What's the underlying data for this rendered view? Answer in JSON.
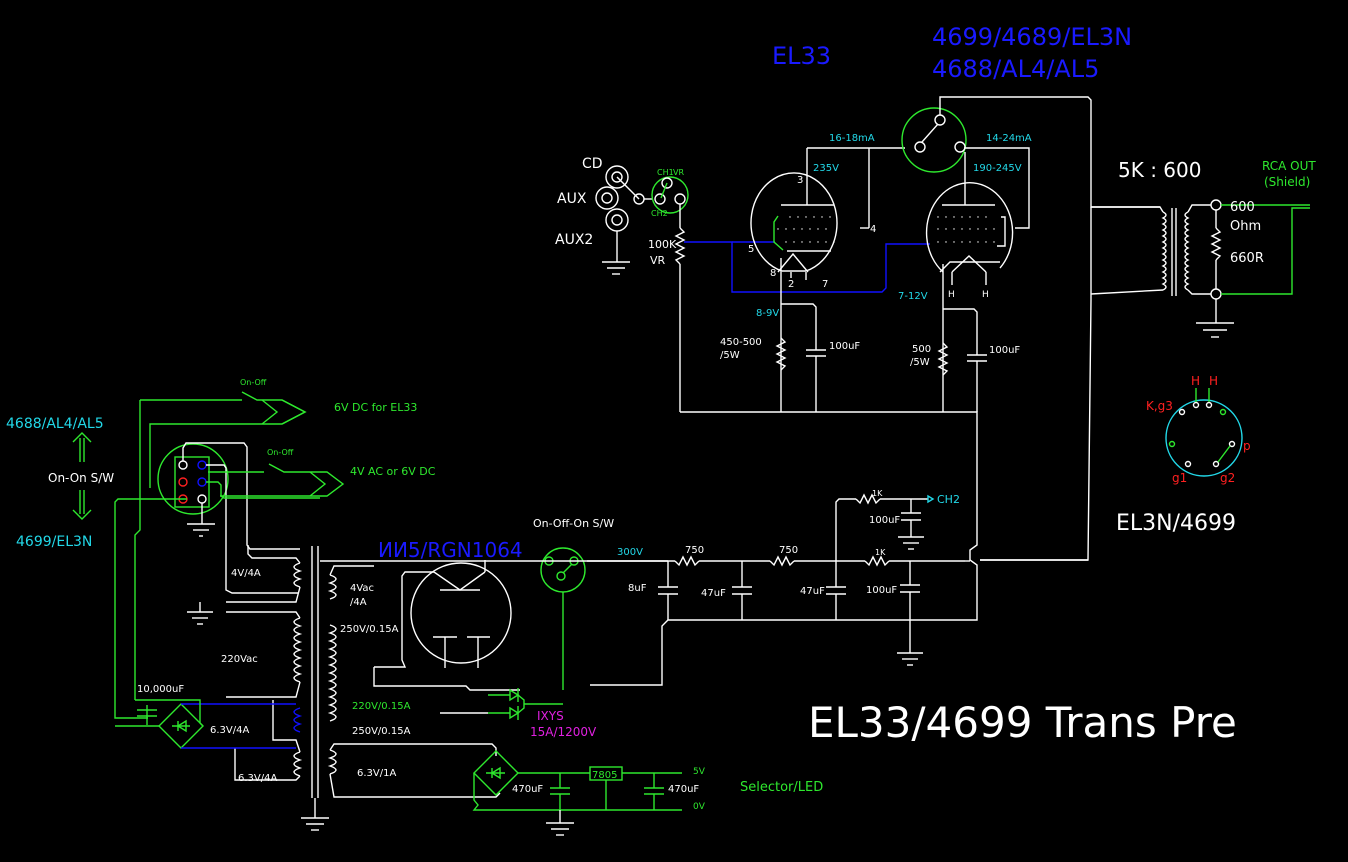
{
  "title": "EL33/4699 Trans Pre",
  "tubes": {
    "driver": {
      "label": "EL33",
      "plate_voltage": "235V",
      "current": "16-18mA",
      "cathode_voltage": "8-9V",
      "pins": [
        "3",
        "4",
        "5",
        "8",
        "2",
        "7"
      ]
    },
    "output": {
      "label_line1": "4699/4689/EL3N",
      "label_line2": "4688/AL4/AL5",
      "plate_voltage": "190-245V",
      "current": "14-24mA",
      "cathode_voltage": "7-12V",
      "pins": [
        "H",
        "H"
      ]
    },
    "rectifier": {
      "label": "ИИ5/RGN1064"
    }
  },
  "inputs": {
    "sources": [
      "CD",
      "AUX",
      "AUX2"
    ],
    "selector_labels": [
      "CH1",
      "VR",
      "CH2"
    ],
    "volume": {
      "value": "100K",
      "label": "VR"
    }
  },
  "output_transformer": {
    "ratio": "5K : 600",
    "output_label_line1": "RCA OUT",
    "output_label_line2": "(Shield)",
    "impedance_line1": "600",
    "impedance_line2": "Ohm",
    "load_resistor": "660R"
  },
  "cathode_bias": {
    "driver": {
      "resistor_line1": "450-500",
      "resistor_line2": "/5W",
      "capacitor": "100uF"
    },
    "output": {
      "resistor_line1": "500",
      "resistor_line2": "/5W",
      "capacitor": "100uF"
    }
  },
  "pinout": {
    "title": "EL3N/4699",
    "labels": {
      "h1": "H",
      "h2": "H",
      "k": "K,g3",
      "p": "p",
      "g1": "g1",
      "g2": "g2"
    }
  },
  "heater_switch": {
    "top_label": "4688/AL4/AL5",
    "mid_label": "On-On S/W",
    "bottom_label": "4699/EL3N",
    "switch1_label": "On-Off",
    "switch1_output": "6V DC for EL33",
    "switch2_label": "On-Off",
    "switch2_output": "4V AC or 6V DC"
  },
  "power_supply": {
    "switch_label": "On-Off-On S/W",
    "b_plus": "300V",
    "filter": {
      "c1": "8uF",
      "r1": "750",
      "c2": "47uF",
      "r2": "750",
      "c3": "47uF",
      "r3": "1K",
      "c4": "100uF",
      "r4": "1K",
      "c5": "100uF",
      "ch2_label": "CH2"
    },
    "transformer_primary": {
      "w1": "4V/4A",
      "w2": "220Vac",
      "w3": "6.3V/4A",
      "w4": "6.3V/4A"
    },
    "transformer_secondary": {
      "w1_line1": "4Vac",
      "w1_line2": "/4A",
      "w2": "250V/0.15A",
      "w3": "220V/0.15A",
      "w4": "250V/0.15A",
      "w5": "6.3V/1A"
    },
    "heater_cap": "10,000uF",
    "diode_label_line1": "IXYS",
    "diode_label_line2": "15A/1200V",
    "regulator": "7805",
    "reg_cap_in": "470uF",
    "reg_cap_out": "470uF",
    "out_5v": "5V",
    "out_0v": "0V",
    "reg_purpose": "Selector/LED"
  }
}
